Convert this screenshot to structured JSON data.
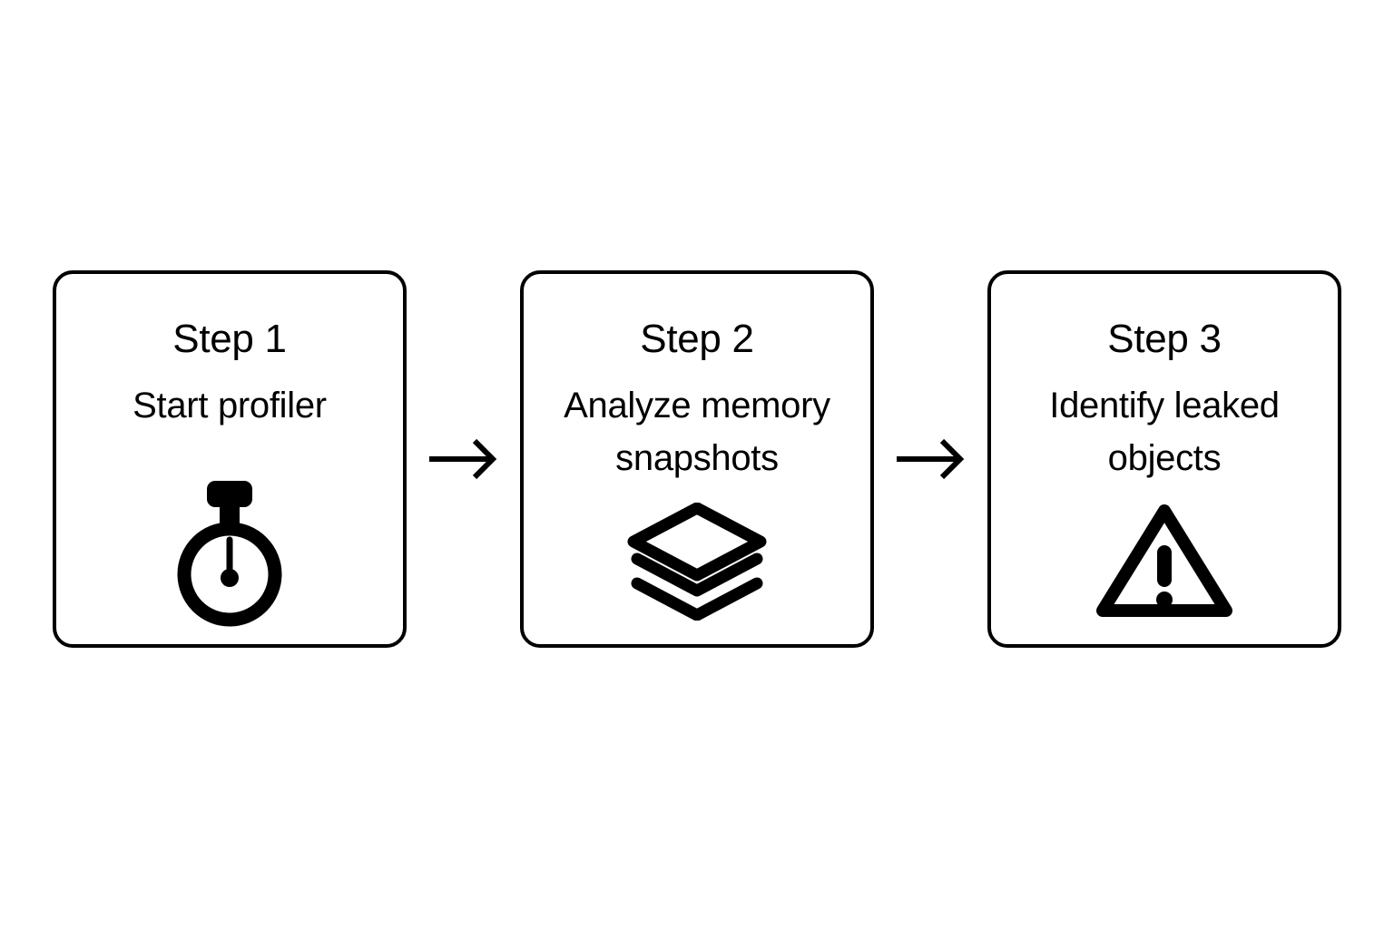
{
  "diagram": {
    "background_color": "#ffffff",
    "stroke_color": "#000000",
    "type": "process-flow",
    "steps": [
      {
        "title": "Step 1",
        "description": "Start profiler",
        "icon": "stopwatch-icon"
      },
      {
        "title": "Step 2",
        "description": "Analyze memory snapshots",
        "icon": "layers-stack-icon"
      },
      {
        "title": "Step 3",
        "description": "Identify leaked objects",
        "icon": "warning-triangle-icon"
      }
    ],
    "connectors": [
      {
        "name": "arrow-right-icon",
        "from": "Step 1",
        "to": "Step 2"
      },
      {
        "name": "arrow-right-icon",
        "from": "Step 2",
        "to": "Step 3"
      }
    ]
  }
}
